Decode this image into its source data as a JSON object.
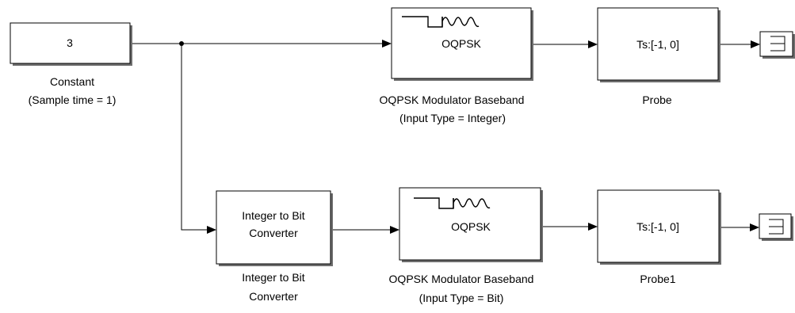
{
  "blocks": {
    "constant": {
      "value": "3",
      "caption1": "Constant",
      "caption2": "(Sample time  = 1)"
    },
    "mod_top": {
      "inner": "OQPSK",
      "caption1": "OQPSK Modulator Baseband",
      "caption2": "(Input Type = Integer)"
    },
    "probe_top": {
      "inner": "Ts:[-1, 0]",
      "caption1": "Probe"
    },
    "int2bit": {
      "inner1": "Integer to Bit",
      "inner2": "Converter",
      "caption1": "Integer to Bit",
      "caption2": "Converter"
    },
    "mod_bottom": {
      "inner": "OQPSK",
      "caption1": "OQPSK Modulator Baseband",
      "caption2": "(Input Type = Bit)"
    },
    "probe_bottom": {
      "inner": "Ts:[-1, 0]",
      "caption1": "Probe1"
    }
  },
  "icons": {
    "terminator_top": "terminator-icon",
    "terminator_bottom": "terminator-icon",
    "modulator_waveform": "oqpsk-waveform-icon"
  }
}
